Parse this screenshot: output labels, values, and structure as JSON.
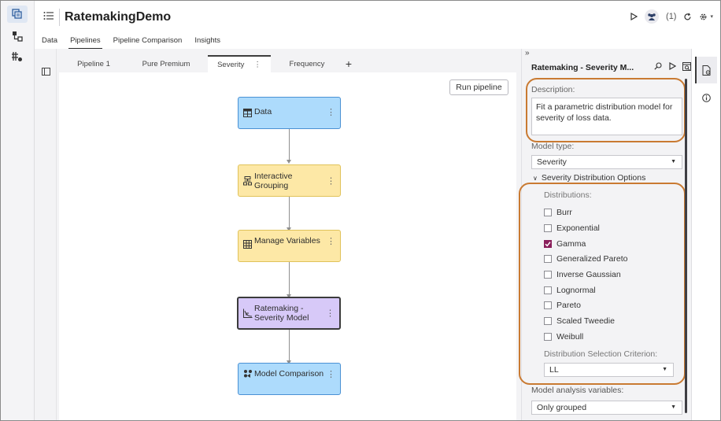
{
  "app": {
    "title": "RatemakingDemo"
  },
  "header": {
    "notification_count": "(1)"
  },
  "top_tabs": [
    {
      "label": "Data"
    },
    {
      "label": "Pipelines"
    },
    {
      "label": "Pipeline Comparison"
    },
    {
      "label": "Insights"
    }
  ],
  "pipeline_tabs": [
    {
      "label": "Pipeline 1"
    },
    {
      "label": "Pure Premium"
    },
    {
      "label": "Severity",
      "menu": "⋮"
    },
    {
      "label": "Frequency"
    },
    {
      "label": "+"
    }
  ],
  "canvas": {
    "run_label": "Run pipeline",
    "nodes": [
      {
        "label": "Data",
        "icon": "table-icon"
      },
      {
        "label": "Interactive Grouping",
        "icon": "grouping-icon"
      },
      {
        "label": "Manage Variables",
        "icon": "grid-icon"
      },
      {
        "label": "Ratemaking - Severity Model",
        "icon": "chart-icon"
      },
      {
        "label": "Model Comparison",
        "icon": "compare-icon"
      }
    ],
    "node_menu": "⋮"
  },
  "panel": {
    "collapse": "»",
    "title": "Ratemaking - Severity M...",
    "description_label": "Description:",
    "description": "Fit a parametric distribution model for severity of loss data.",
    "model_type_label": "Model type:",
    "model_type": "Severity",
    "section_title": "Severity Distribution Options",
    "distributions_label": "Distributions:",
    "distributions": [
      {
        "label": "Burr",
        "checked": false
      },
      {
        "label": "Exponential",
        "checked": false
      },
      {
        "label": "Gamma",
        "checked": true
      },
      {
        "label": "Generalized Pareto",
        "checked": false
      },
      {
        "label": "Inverse Gaussian",
        "checked": false
      },
      {
        "label": "Lognormal",
        "checked": false
      },
      {
        "label": "Pareto",
        "checked": false
      },
      {
        "label": "Scaled Tweedie",
        "checked": false
      },
      {
        "label": "Weibull",
        "checked": false
      }
    ],
    "criterion_label": "Distribution Selection Criterion:",
    "criterion": "LL",
    "analysis_vars_label": "Model analysis variables:",
    "analysis_vars": "Only grouped"
  },
  "colors": {
    "data_node": "#addbfc",
    "yellow_node": "#fde8a6",
    "model_node": "#d7c9f8",
    "highlight": "#c97a32",
    "check": "#8a1f5b"
  }
}
